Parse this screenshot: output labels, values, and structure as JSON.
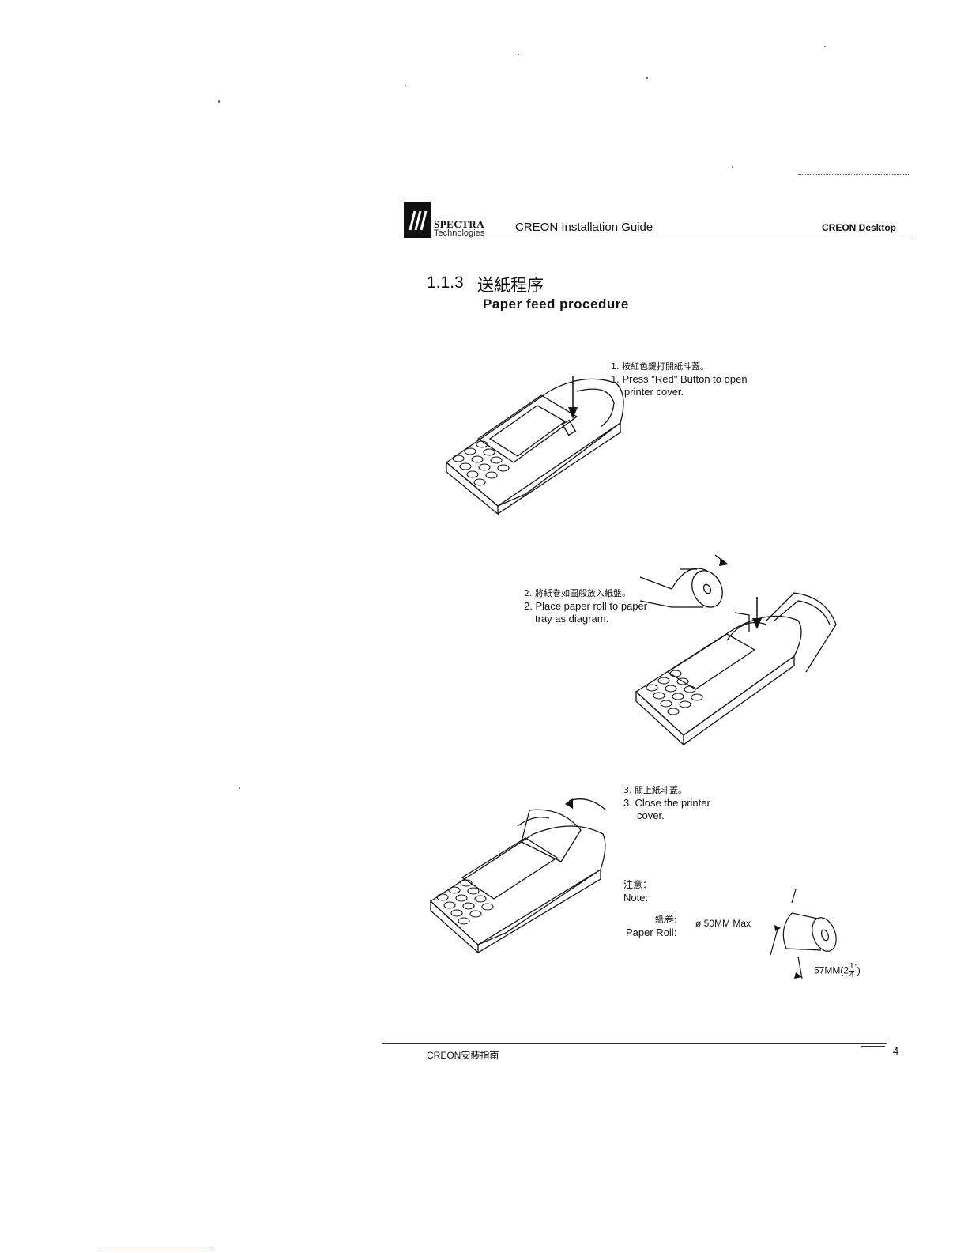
{
  "header": {
    "brand_name": "SPECTRA",
    "brand_sub": "Technologies",
    "guide_title": "CREON Installation Guide",
    "product": "CREON Desktop"
  },
  "section": {
    "number": "1.1.3",
    "title_zh": "送紙程序",
    "title_en": "Paper feed procedure"
  },
  "steps": [
    {
      "zh": "1. 按紅色鍵打開紙斗蓋。",
      "en_line1": "1. Press \"Red\" Button to open",
      "en_line2": "printer cover."
    },
    {
      "zh": "2. 將紙卷如圖般放入紙盤。",
      "en_line1": "2. Place paper roll to paper",
      "en_line2": "tray as diagram."
    },
    {
      "zh": "3. 關上紙斗蓋。",
      "en_line1": "3. Close the printer",
      "en_line2": "cover."
    }
  ],
  "note": {
    "label_zh": "注意：",
    "label_en": "Note:",
    "roll_label_zh": "紙卷:",
    "roll_label_en": "Paper Roll:",
    "diameter": "ø 50MM Max",
    "width_main": "57MM(2",
    "width_frac_num": "1",
    "width_frac_den": "4",
    "width_close": ")",
    "inch_mark": "\""
  },
  "footer": {
    "left": "CREON安裝指南",
    "page": "4"
  }
}
